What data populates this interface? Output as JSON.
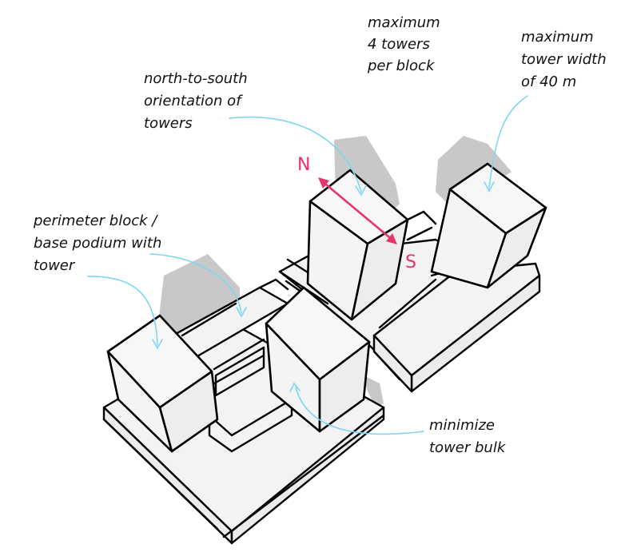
{
  "annotations": {
    "max_towers": [
      "maximum",
      "4 towers",
      "per block"
    ],
    "max_width": [
      "maximum",
      "tower width",
      "of 40 m"
    ],
    "orientation": [
      "north-to-south",
      "orientation of",
      "towers"
    ],
    "perimeter": [
      "perimeter block /",
      "base podium with",
      "tower"
    ],
    "bulk": [
      "minimize",
      "tower bulk"
    ]
  },
  "compass": {
    "north": "N",
    "south": "S",
    "color": "#e8336d"
  },
  "colors": {
    "leader": "#7fd6f0",
    "shadow": "#c8c8c8",
    "outline": "#000000"
  }
}
